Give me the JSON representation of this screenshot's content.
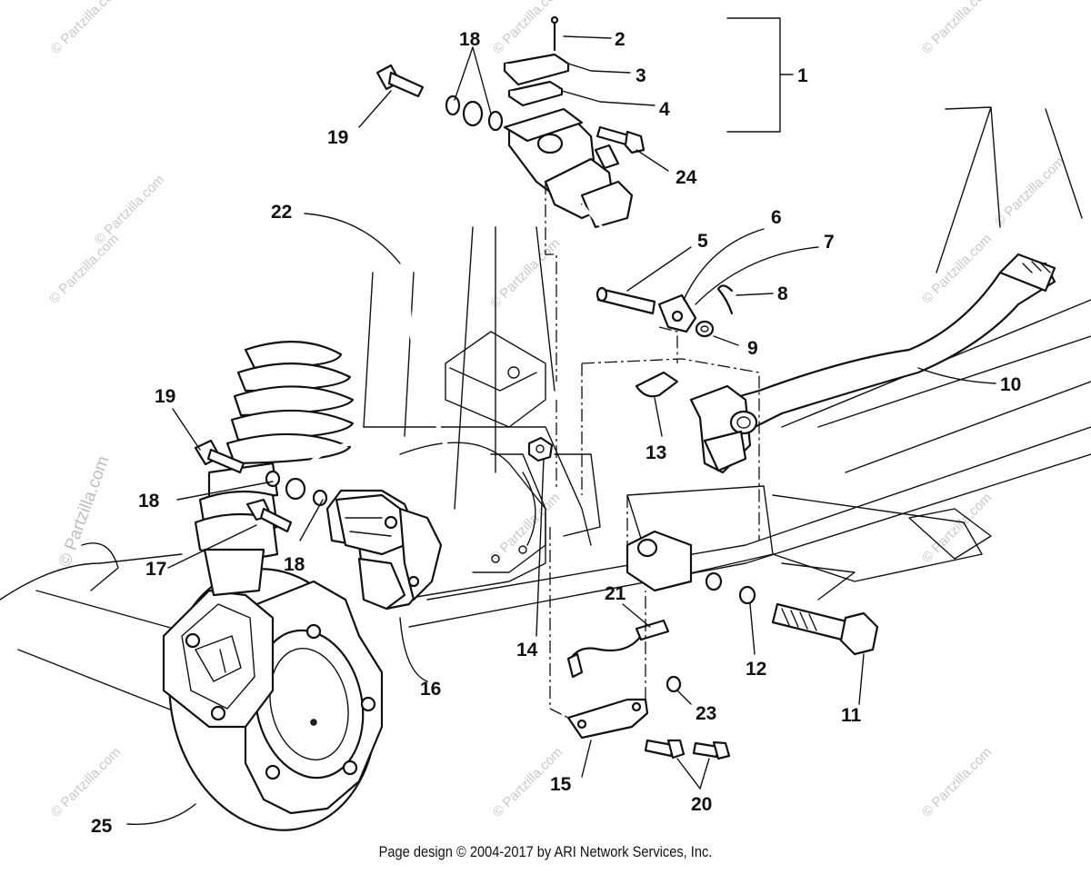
{
  "watermarks": [
    "© Partzilla.com",
    "© Partzilla.com",
    "© Partzilla.com",
    "© Partzilla.com",
    "© Partzilla.com",
    "© Partzilla.com",
    "© Partzilla.com",
    "© Partzilla.com",
    "© Partzilla.com",
    "© Partzilla.com",
    "© Partzilla.com",
    "© Partzilla.com",
    "© Partzilla.com"
  ],
  "watermark_side": "© Partzilla.com",
  "callouts": {
    "c1": "1",
    "c2": "2",
    "c3": "3",
    "c4": "4",
    "c5": "5",
    "c6": "6",
    "c7": "7",
    "c8": "8",
    "c9": "9",
    "c10": "10",
    "c11": "11",
    "c12": "12",
    "c13": "13",
    "c14": "14",
    "c15": "15",
    "c16": "16",
    "c17": "17",
    "c18a": "18",
    "c18b": "18",
    "c18c": "18",
    "c19a": "19",
    "c19b": "19",
    "c20": "20",
    "c21": "21",
    "c22": "22",
    "c23": "23",
    "c24": "24",
    "c25": "25"
  },
  "footer": "Page design © 2004-2017 by ARI Network Services, Inc."
}
